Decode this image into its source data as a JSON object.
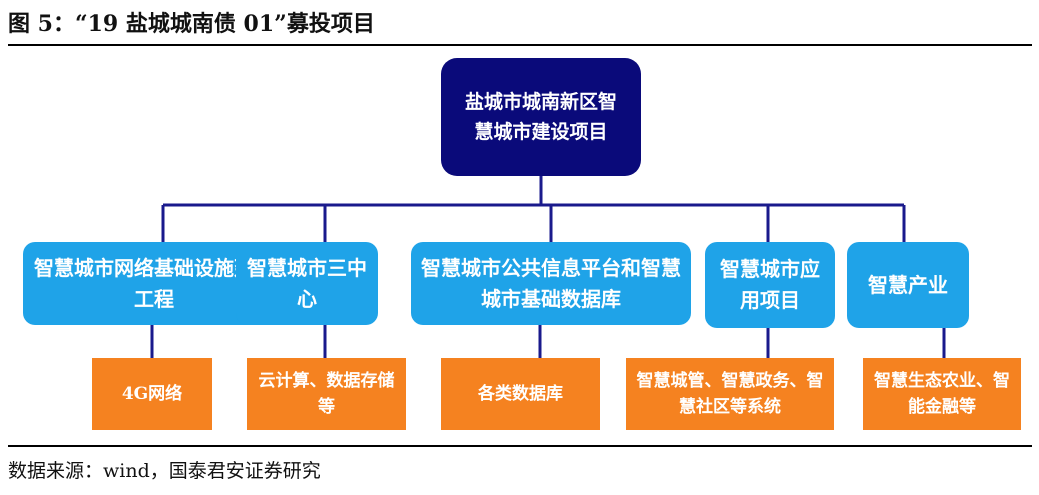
{
  "title": "图 5：“19 盐城城南债 01”募投项目",
  "root": "盐城市城南新区智慧城市建设项目",
  "categories": [
    {
      "label": "智慧城市网络基础设施建设工程",
      "detail": "4G网络"
    },
    {
      "label": "智慧城市三中心",
      "detail": "云计算、数据存储等"
    },
    {
      "label": "智慧城市公共信息平台和智慧城市基础数据库",
      "detail": "各类数据库"
    },
    {
      "label": "智慧城市应用项目",
      "detail": "智慧城管、智慧政务、智慧社区等系统"
    },
    {
      "label": "智慧产业",
      "detail": "智慧生态农业、智能金融等"
    }
  ],
  "source": "数据来源：wind，国泰君安证券研究",
  "colors": {
    "root": "#0a0a7a",
    "category": "#1fa3e8",
    "detail": "#f58220",
    "connector": "#1a1a8c"
  }
}
